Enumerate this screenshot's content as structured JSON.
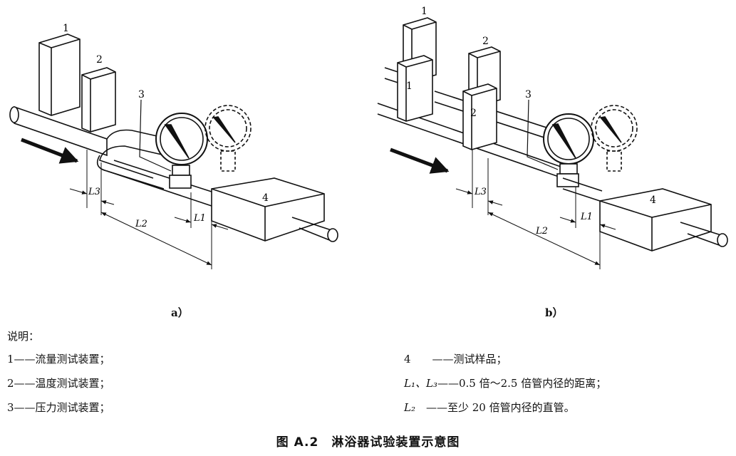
{
  "figure_a": {
    "label": "a）",
    "callouts": [
      "1",
      "2",
      "3",
      "4"
    ],
    "dims": [
      "L3",
      "L2",
      "L1"
    ]
  },
  "figure_b": {
    "label": "b）",
    "callouts": [
      "1",
      "2",
      "1",
      "2",
      "3",
      "4"
    ],
    "dims": [
      "L3",
      "L2",
      "L1"
    ]
  },
  "legend": {
    "heading": "说明：",
    "items": [
      "1——流量测试装置；",
      "2——温度测试装置；",
      "3——压力测试装置；"
    ],
    "item4": "4　　——测试样品；",
    "l13_key": "L₁、L₃",
    "l13_text": "——0.5 倍～2.5 倍管内径的距离；",
    "l2_key": "L₂",
    "l2_text": "　——至少 20 倍管内径的直管。"
  },
  "caption": "图 A.2　淋浴器试验装置示意图"
}
